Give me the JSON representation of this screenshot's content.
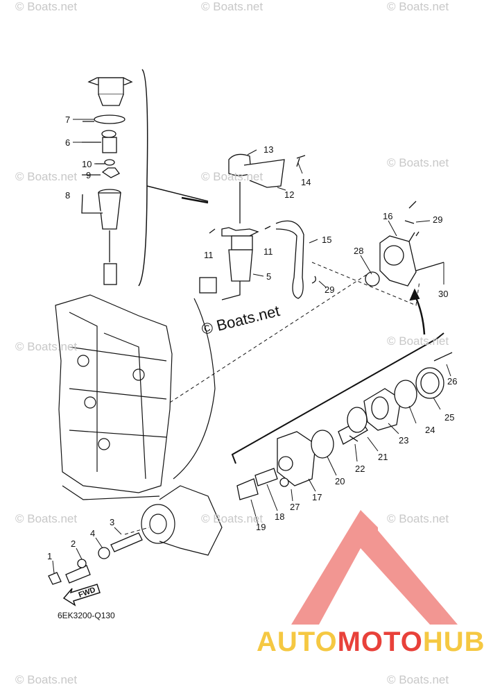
{
  "watermarks": {
    "top_left": "© Boats.net",
    "top_mid": "© Boats.net",
    "top_right": "© Boats.net",
    "mid_left": "© Boats.net",
    "mid_center": "© Boats.net",
    "mid_right": "© Boats.net",
    "row3_left": "© Boats.net",
    "row3_right": "© Boats.net",
    "row4_left": "© Boats.net",
    "row4_right": "© Boats.net",
    "bottom_left": "© Boats.net",
    "bottom_mid": "© Boats.net",
    "bottom_right": "© Boats.net"
  },
  "center_copyright": "© Boats.net",
  "callouts": {
    "c1": "1",
    "c2": "2",
    "c3": "3",
    "c4": "4",
    "c5": "5",
    "c6": "6",
    "c7": "7",
    "c8": "8",
    "c9": "9",
    "c10": "10",
    "c11a": "11",
    "c11b": "11",
    "c12": "12",
    "c13": "13",
    "c14": "14",
    "c15": "15",
    "c16": "16",
    "c17": "17",
    "c18": "18",
    "c19": "19",
    "c20": "20",
    "c21": "21",
    "c22": "22",
    "c23": "23",
    "c24": "24",
    "c25": "25",
    "c26": "26",
    "c27": "27",
    "c28": "28",
    "c29a": "29",
    "c29b": "29",
    "c30": "30"
  },
  "fwd_label": "FWD",
  "part_code": "6EK3200-Q130",
  "logo": {
    "auto": "AUTO",
    "moto": "MOTO",
    "hub": "HUB",
    "colors": {
      "auto": "#f5c842",
      "moto": "#e8413a",
      "hub": "#f5c842",
      "mark": "#e8413a"
    }
  }
}
